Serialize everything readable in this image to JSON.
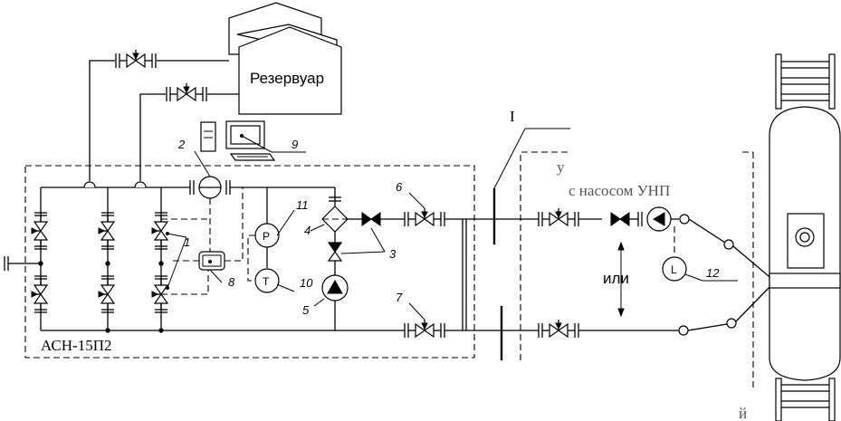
{
  "labels": {
    "reservoir": "Резервуар",
    "unit": "АСН-15П2",
    "or": "или",
    "roman_one": "I",
    "ghost_line": "с насосом УНП",
    "ghost_letter_u": "у",
    "ghost_letter_i": "й",
    "pressure": "P",
    "temperature": "T",
    "level": "L"
  },
  "callouts": {
    "n1": "1",
    "n2": "2",
    "n3": "3",
    "n4": "4",
    "n5": "5",
    "n6": "6",
    "n7": "7",
    "n8": "8",
    "n9": "9",
    "n10": "10",
    "n11": "11",
    "n12": "12"
  }
}
